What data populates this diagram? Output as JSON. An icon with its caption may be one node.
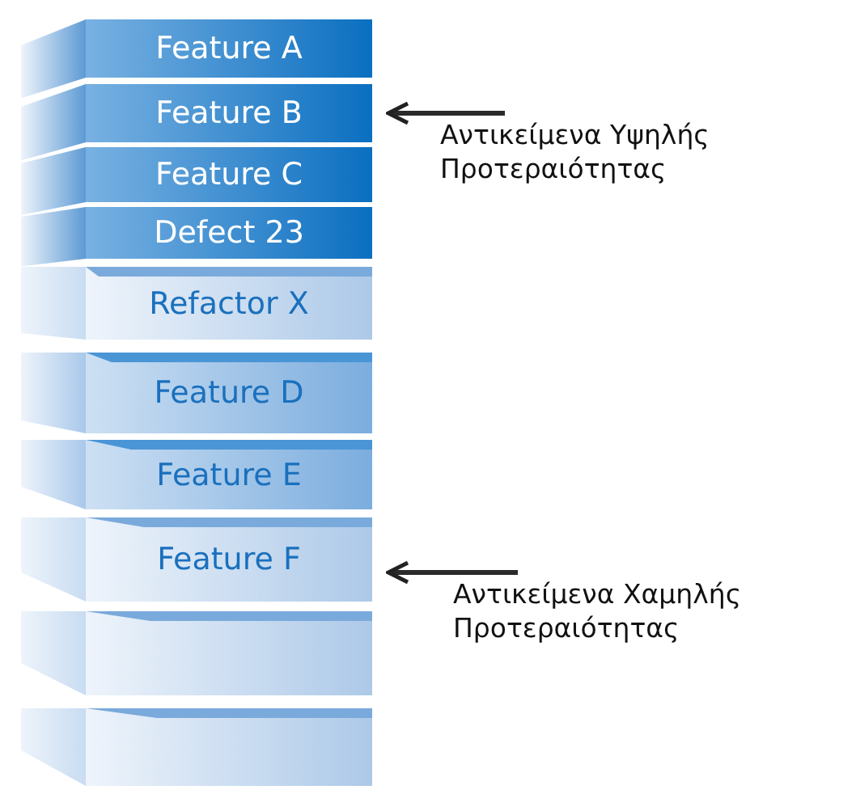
{
  "diagram": {
    "nodes": [
      {
        "text": [
          "Feature A"
        ]
      },
      {
        "text": [
          "Feature B"
        ]
      },
      {
        "text": [
          "Feature C"
        ]
      },
      {
        "text": [
          "Defect 23"
        ]
      },
      {
        "text": [
          "Refactor X"
        ]
      },
      {
        "text": [
          "Feature D"
        ]
      },
      {
        "text": [
          "Feature E"
        ]
      },
      {
        "text": [
          "Feature F"
        ]
      },
      {
        "text": [],
        "shape": "box"
      },
      {
        "text": [],
        "shape": "box"
      },
      {
        "text": [
          "Αντικείμενα Υψηλής Προτεραιότητας"
        ]
      },
      {
        "text": [
          "Αντικείμενα Χαμηλής Προτεραιότητας"
        ]
      }
    ],
    "edges": [
      {
        "from": 10,
        "to": 1,
        "arrow": "to"
      },
      {
        "from": 11,
        "to": 7,
        "arrow": "to"
      }
    ]
  }
}
